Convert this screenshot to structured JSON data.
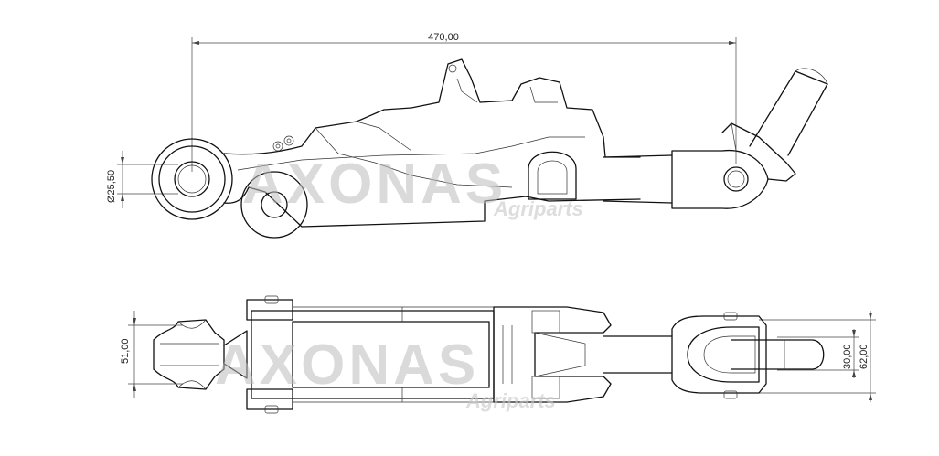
{
  "dimensions": {
    "top_length": "470,00",
    "ball_diameter": "Ø25,50",
    "side_height": "51,00",
    "pin_width": "30,00",
    "clevis_width": "62,00"
  },
  "watermark": {
    "brand": "AXONAS",
    "sub": "Agriparts"
  }
}
